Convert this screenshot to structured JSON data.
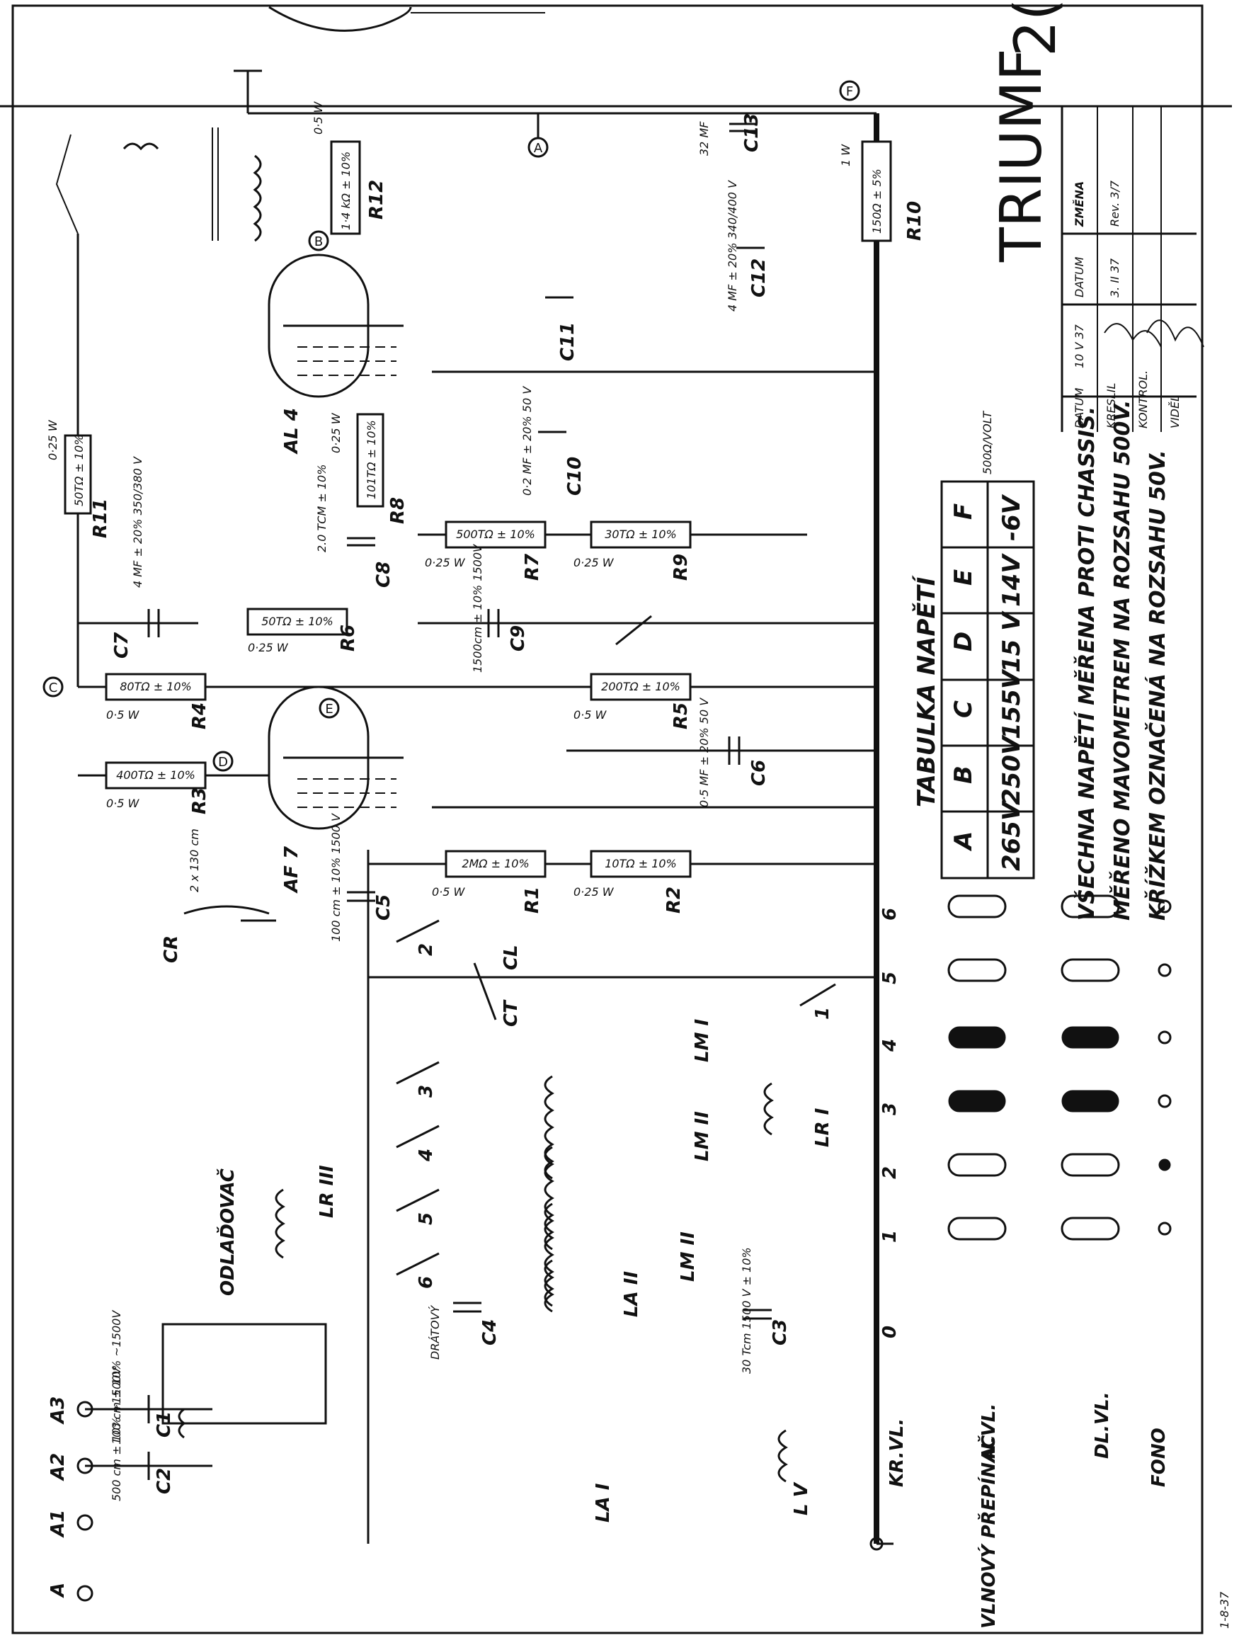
{
  "title": {
    "brand": "TRIUMF",
    "sheet_no": "2(",
    "datum_header": "DATUM",
    "zmena_header": "ZMĚNA",
    "rev": "Rev. 3/7",
    "date1": "10 V 37",
    "date2": "3. II 37",
    "rows": [
      "DATUM",
      "KRESLIL",
      "KONTROL.",
      "VIDĚL"
    ],
    "drawing_no": "1-8-37"
  },
  "tubes": [
    "AL 4",
    "AF 7"
  ],
  "components": {
    "R11": "R11",
    "R11_val": "50TΩ ± 10%",
    "R11_w": "0·25 W",
    "R4": "R4",
    "R4_val": "80TΩ ± 10%",
    "R4_w": "0·5 W",
    "R3": "R3",
    "R3_val": "400TΩ ± 10%",
    "R3_w": "0·5 W",
    "R6": "R6",
    "R6_val": "50TΩ ± 10%",
    "R6_w": "0·25 W",
    "R8": "R8",
    "R8_val": "101TΩ ± 10%",
    "R8_w": "0·25 W",
    "R7": "R7",
    "R7_val": "500TΩ ± 10%",
    "R7_w": "0·25 W",
    "R9": "R9",
    "R9_val": "30TΩ ± 10%",
    "R9_w": "0·25 W",
    "R5": "R5",
    "R5_val": "200TΩ ± 10%",
    "R5_w": "0·5 W",
    "R1": "R1",
    "R1_val": "2MΩ ± 10%",
    "R1_w": "0·5 W",
    "R2": "R2",
    "R2_val": "10TΩ ± 10%",
    "R2_w": "0·25 W",
    "R12": "R12",
    "R12_val": "1·4 kΩ ± 10%",
    "R12_w": "0·5 W",
    "R10": "R10",
    "R10_val": "150Ω ± 5%",
    "R10_w": "1 W",
    "C7": "C7",
    "C7_val": "4 MF ± 20% 350/380 V",
    "C8": "C8",
    "C8_val": "2.0 TCM ± 10%",
    "C9": "C9",
    "C9_val": "1500cm ± 10% 1500V",
    "C10": "C10",
    "C10_val": "0·2 MF ± 20% 50 V",
    "C11": "C11",
    "C12": "C12",
    "C12_val": "4 MF ± 20% 340/400 V",
    "C13": "C13",
    "C13_val": "32 MF",
    "C6": "C6",
    "C6_val": "0·5 MF ± 20% 50 V",
    "C5": "C5",
    "C5_val": "100 cm ± 10% 1500 V",
    "C4": "C4",
    "C4_val": "DRÁTOVÝ",
    "C3": "C3",
    "C3_val": "30 Tcm 1500 V ± 10%",
    "C1": "C1",
    "C1_val": "100 cm ± 10% ~1500V",
    "C2": "C2",
    "C2_val": "500 cm ± 10% ~1500V",
    "CR": "CR",
    "CR_val": "2 x 130 cm",
    "CL": "CL",
    "CT": "CT"
  },
  "nodes": [
    "A",
    "B",
    "C",
    "D",
    "E",
    "F"
  ],
  "coils": [
    "LR III",
    "LM I",
    "LM II",
    "LR I",
    "LM II",
    "LA II",
    "LA I",
    "L V"
  ],
  "switch_labels": [
    "1",
    "2",
    "3",
    "4",
    "5",
    "6"
  ],
  "antenna": [
    "A",
    "A1",
    "A2",
    "A3"
  ],
  "odladovac": "ODLAĎOVAČ",
  "wave_switch": {
    "title": "VLNOVÝ PŘEPÍNAČ",
    "kr_vl": "KR.VL.",
    "n_vl": "N.VL.",
    "dl_vl": "DL.VL.",
    "fono": "FONO",
    "positions": [
      "0",
      "1",
      "2",
      "3",
      "4",
      "5",
      "6"
    ]
  },
  "voltage_table": {
    "title": "TABULKA NAPĚTÍ",
    "headers": [
      "A",
      "B",
      "C",
      "D",
      "E",
      "F"
    ],
    "values": [
      "265V",
      "250V",
      "155V",
      "15 V",
      "14V",
      "-6V"
    ],
    "unit": "500Ω/VOLT"
  },
  "notes": [
    "VŠECHNA NAPĚTÍ MĚŘENA PROTI CHASSIS.",
    "MĚŘENO MAVOMETREM NA ROZSAHU 500V.",
    "KŘÍŽKEM OZNAČENÁ NA ROZSAHU 50V."
  ]
}
